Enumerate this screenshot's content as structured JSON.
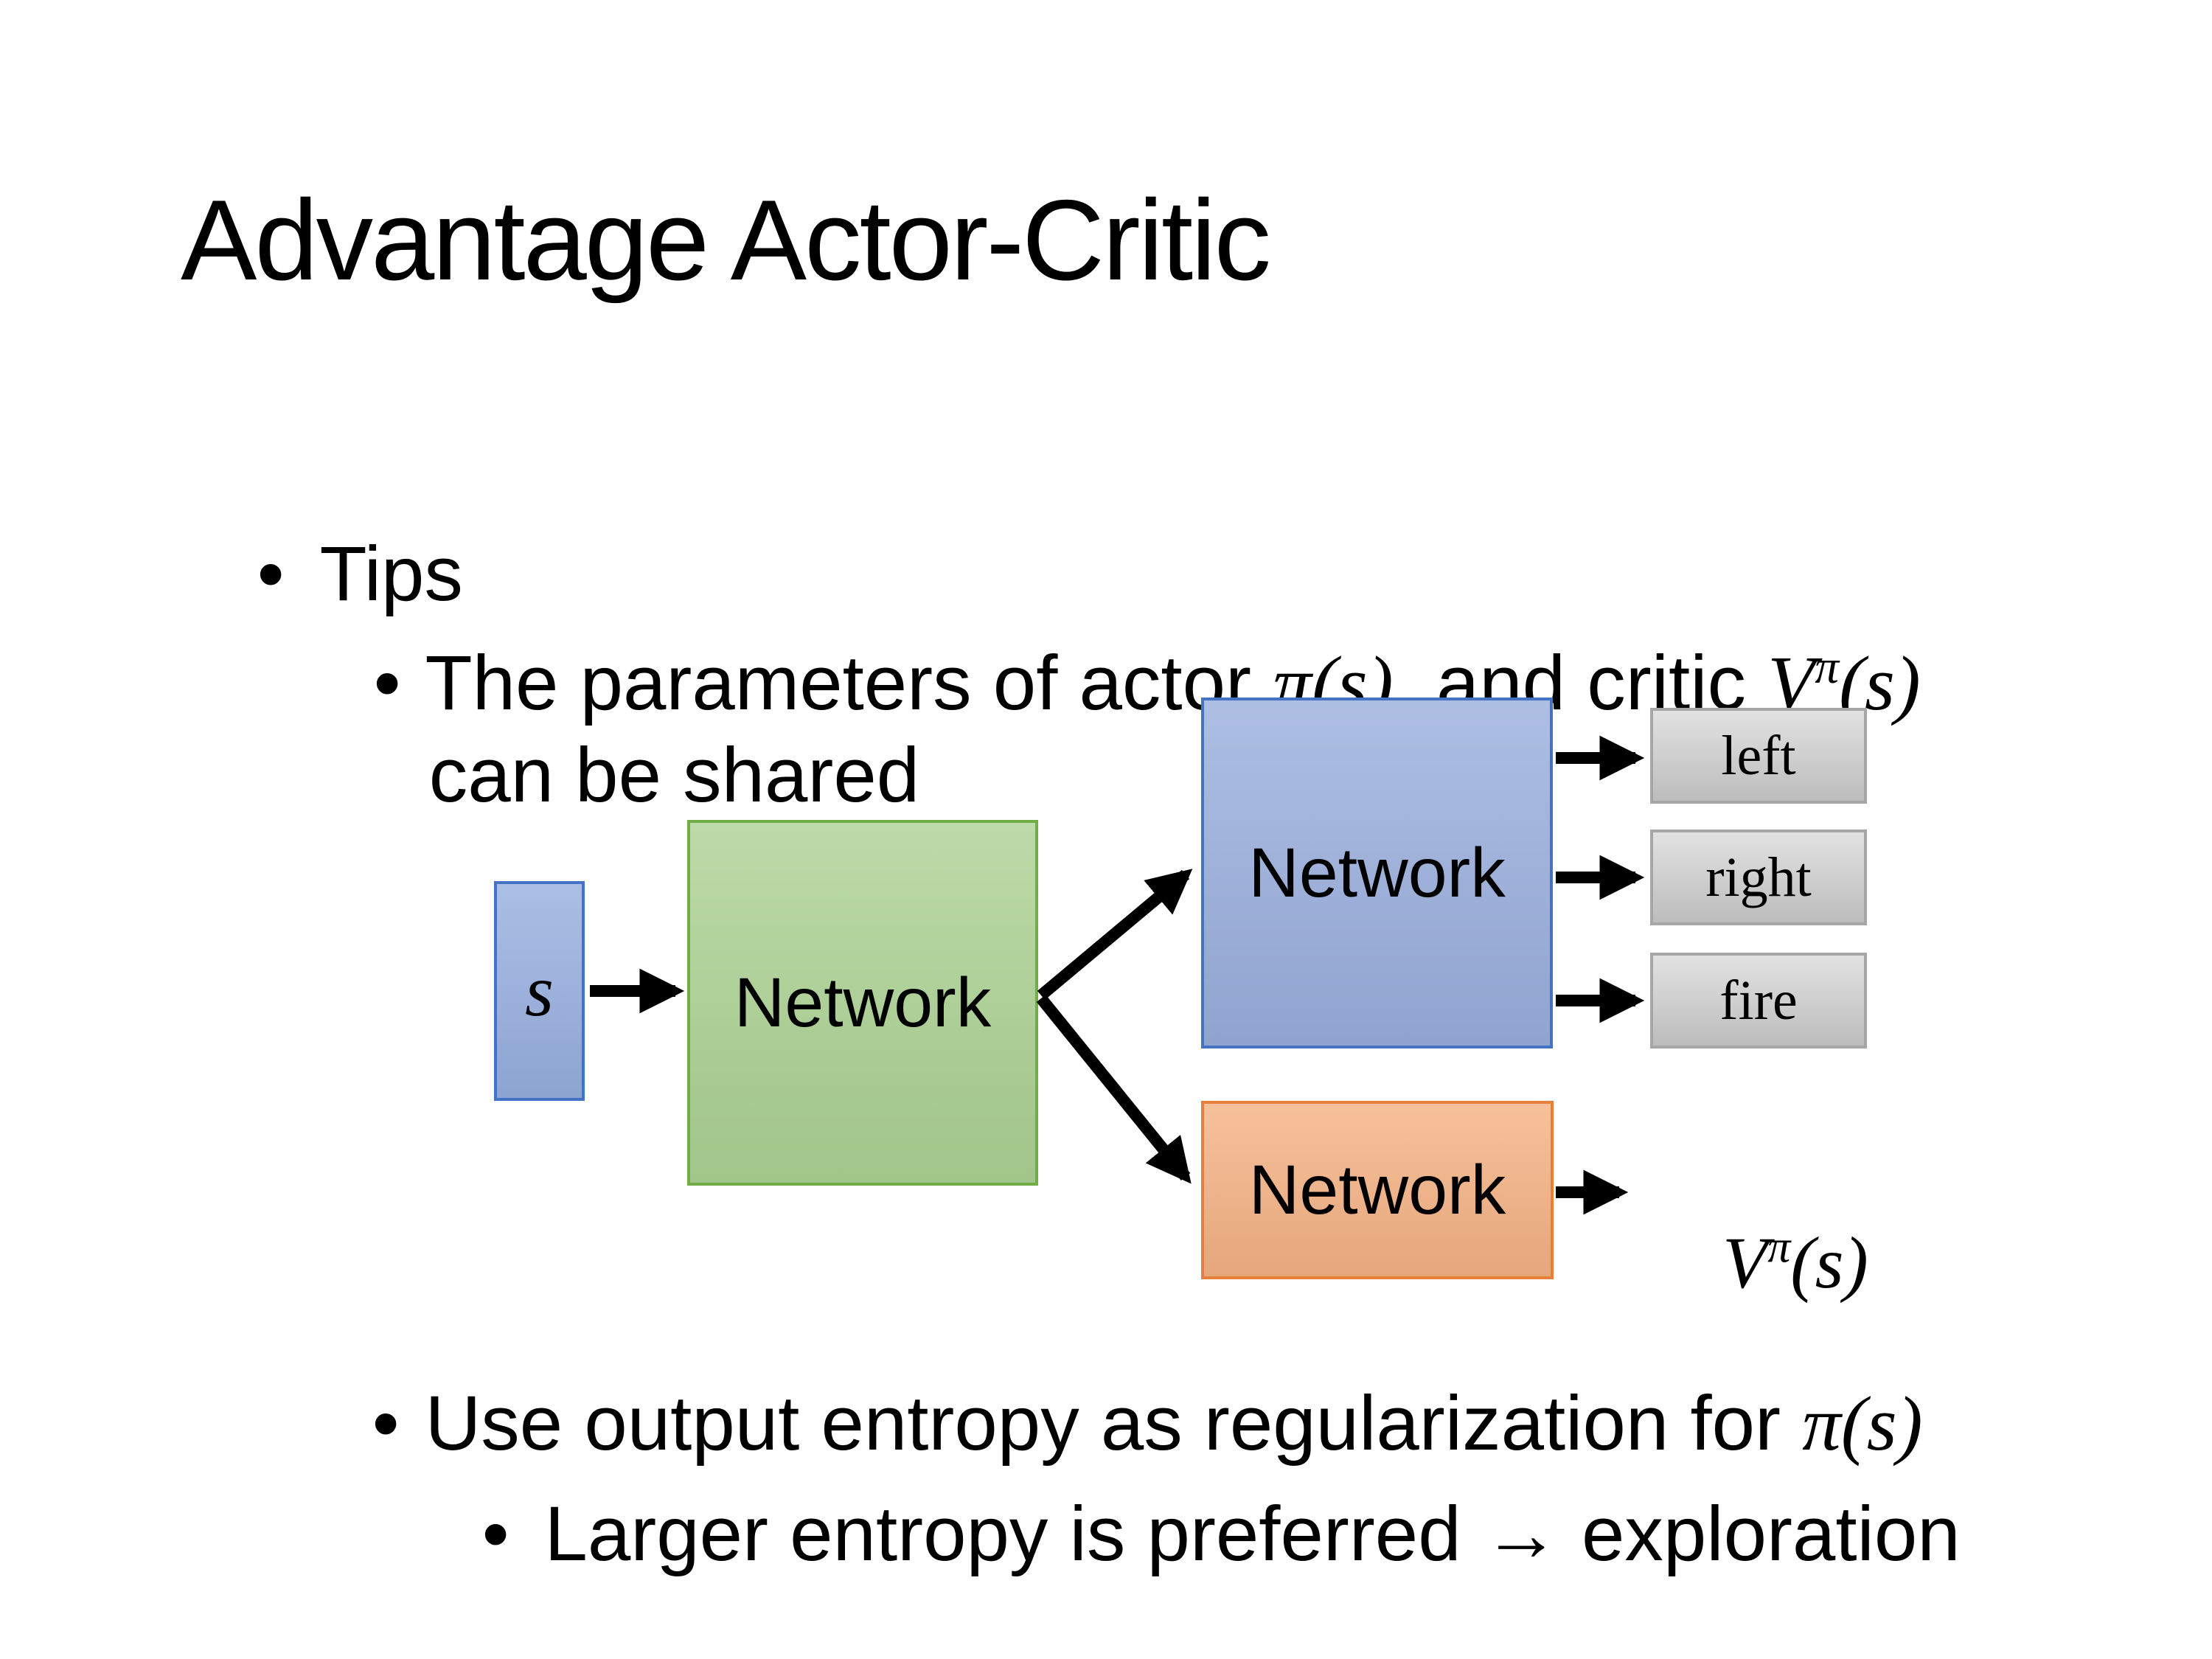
{
  "slide": {
    "title": "Advantage Actor-Critic",
    "bullets": {
      "bullet_char": "•",
      "tips_label": "Tips",
      "param_line": {
        "t1": "The parameters of actor ",
        "m1": "π(s)",
        "t2": "  and critic ",
        "v": "V",
        "v_sup": "π",
        "v_args": "(s)",
        "t3": "can be shared"
      },
      "entropy_line": {
        "t1": "Use output entropy as regularization for ",
        "m1": "π(s)"
      },
      "exploration_line": "Larger entropy is preferred → exploration"
    },
    "diagram": {
      "state_label": "s",
      "shared_network_label": "Network",
      "actor_network_label": "Network",
      "critic_network_label": "Network",
      "actions": [
        "left",
        "right",
        "fire"
      ],
      "value_output": {
        "v": "V",
        "sup": "π",
        "args": "(s)"
      }
    },
    "colors": {
      "text": "#000000",
      "arrow": "#000000",
      "state_fill": "#96AEDE",
      "state_border": "#4472C4",
      "shared_fill": "#ABD192",
      "shared_border": "#70AD47",
      "actor_fill": "#99AEDC",
      "actor_border": "#4472C4",
      "critic_fill": "#F4B183",
      "critic_border": "#E8803C",
      "action_fill": "#D2D2D2",
      "action_border": "#A6A6A6"
    }
  }
}
